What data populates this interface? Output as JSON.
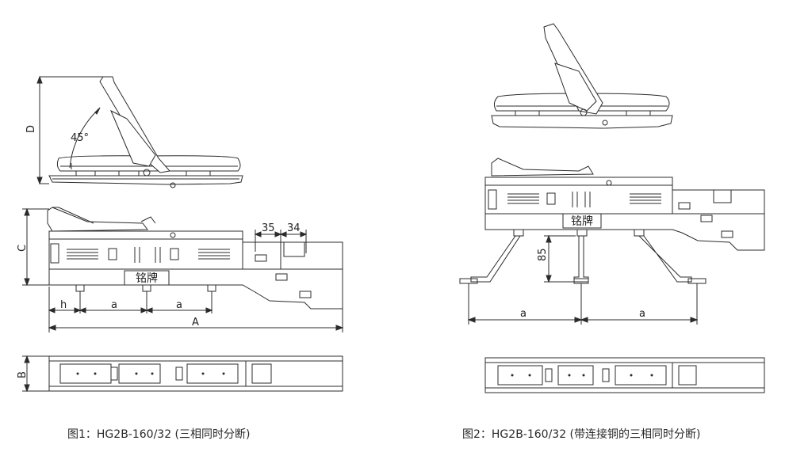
{
  "figure1": {
    "caption": "图1：HG2B-160/32 (三相同时分断)",
    "nameplate": "铭牌",
    "angle": "45°",
    "dims": {
      "D": "D",
      "C": "C",
      "B": "B",
      "A": "A",
      "h": "h",
      "a1": "a",
      "a2": "a",
      "d35": "35",
      "d34": "34"
    }
  },
  "figure2": {
    "caption": "图2：HG2B-160/32 (带连接铜的三相同时分断)",
    "nameplate": "铭牌",
    "dims": {
      "d85": "85",
      "a1": "a",
      "a2": "a"
    }
  },
  "colors": {
    "line": "#2b2b2b",
    "dim": "#333333",
    "fill": "#ffffff"
  }
}
